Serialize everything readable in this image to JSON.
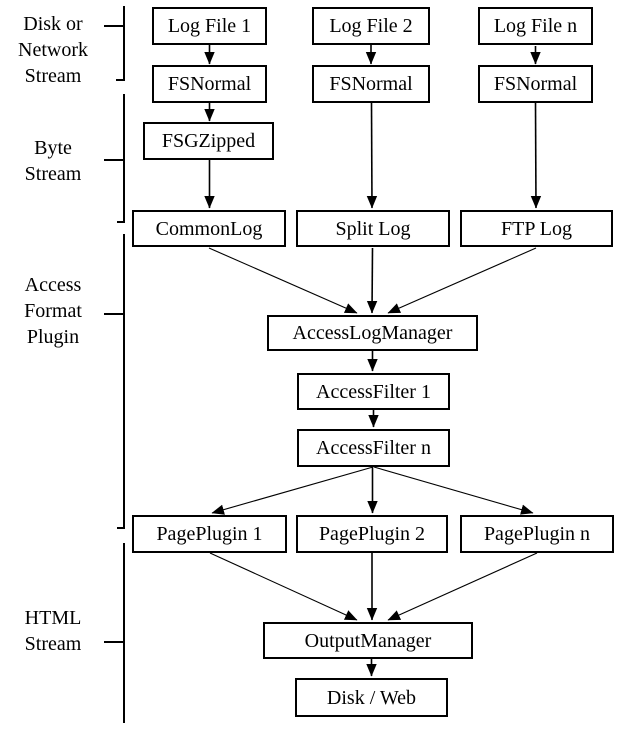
{
  "diagram_type": "flowchart",
  "sections": {
    "disk_network": "Disk or\nNetwork\nStream",
    "byte": "Byte\nStream",
    "access_format": "Access\nFormat\nPlugin",
    "html": "HTML\nStream"
  },
  "nodes": {
    "log_file_1": "Log File 1",
    "log_file_2": "Log File 2",
    "log_file_n": "Log File n",
    "fsnormal": "FSNormal",
    "fsgzipped": "FSGZipped",
    "commonlog": "CommonLog",
    "splitlog": "Split Log",
    "ftplog": "FTP Log",
    "accesslogmanager": "AccessLogManager",
    "accessfilter_1": "AccessFilter 1",
    "accessfilter_n": "AccessFilter n",
    "pageplugin_1": "PagePlugin 1",
    "pageplugin_2": "PagePlugin 2",
    "pageplugin_n": "PagePlugin n",
    "outputmanager": "OutputManager",
    "disk_web": "Disk / Web"
  },
  "edges": [
    {
      "from": "log_file_1",
      "to": "fsnormal_1"
    },
    {
      "from": "log_file_2",
      "to": "fsnormal_2"
    },
    {
      "from": "log_file_n",
      "to": "fsnormal_3"
    },
    {
      "from": "fsnormal_1",
      "to": "fsgzipped"
    },
    {
      "from": "fsgzipped",
      "to": "commonlog"
    },
    {
      "from": "fsnormal_2",
      "to": "splitlog"
    },
    {
      "from": "fsnormal_3",
      "to": "ftplog"
    },
    {
      "from": "commonlog",
      "to": "accesslogmanager"
    },
    {
      "from": "splitlog",
      "to": "accesslogmanager"
    },
    {
      "from": "ftplog",
      "to": "accesslogmanager"
    },
    {
      "from": "accesslogmanager",
      "to": "accessfilter_1"
    },
    {
      "from": "accessfilter_1",
      "to": "accessfilter_n"
    },
    {
      "from": "accessfilter_n",
      "to": "pageplugin_1"
    },
    {
      "from": "accessfilter_n",
      "to": "pageplugin_2"
    },
    {
      "from": "accessfilter_n",
      "to": "pageplugin_n"
    },
    {
      "from": "pageplugin_1",
      "to": "outputmanager"
    },
    {
      "from": "pageplugin_2",
      "to": "outputmanager"
    },
    {
      "from": "pageplugin_n",
      "to": "outputmanager"
    },
    {
      "from": "outputmanager",
      "to": "disk_web"
    }
  ],
  "colors": {
    "foreground": "#000000",
    "background": "#ffffff"
  }
}
